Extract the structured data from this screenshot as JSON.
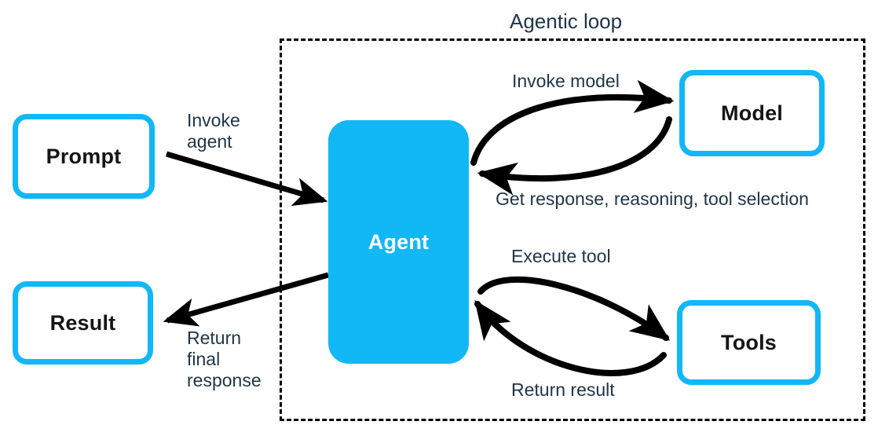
{
  "diagram": {
    "title": "Agentic loop",
    "colors": {
      "accent": "#12b7f5",
      "text_dark": "#151515",
      "label_text": "#1f3446",
      "arrow": "#000000",
      "background": "#ffffff"
    },
    "container": {
      "label": "Agentic loop",
      "style": "dashed"
    },
    "nodes": [
      {
        "id": "prompt",
        "label": "Prompt",
        "style": "outline"
      },
      {
        "id": "result",
        "label": "Result",
        "style": "outline"
      },
      {
        "id": "agent",
        "label": "Agent",
        "style": "filled"
      },
      {
        "id": "model",
        "label": "Model",
        "style": "outline"
      },
      {
        "id": "tools",
        "label": "Tools",
        "style": "outline"
      }
    ],
    "edges": [
      {
        "id": "prompt-to-agent",
        "from": "prompt",
        "to": "agent",
        "label": "Invoke\nagent",
        "label_lines": [
          "Invoke",
          "agent"
        ],
        "shape": "straight"
      },
      {
        "id": "agent-to-result",
        "from": "agent",
        "to": "result",
        "label": "Return\nfinal\nresponse",
        "label_lines": [
          "Return",
          "final",
          "response"
        ],
        "shape": "straight"
      },
      {
        "id": "agent-to-model",
        "from": "agent",
        "to": "model",
        "label": "Invoke model",
        "shape": "curved"
      },
      {
        "id": "model-to-agent",
        "from": "model",
        "to": "agent",
        "label": "Get response, reasoning, tool selection",
        "shape": "curved"
      },
      {
        "id": "agent-to-tools",
        "from": "agent",
        "to": "tools",
        "label": "Execute tool",
        "shape": "curved"
      },
      {
        "id": "tools-to-agent",
        "from": "tools",
        "to": "agent",
        "label": "Return result",
        "shape": "curved"
      }
    ]
  }
}
